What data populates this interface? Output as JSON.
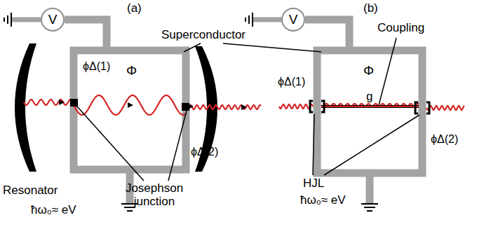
{
  "diagram": {
    "nodes": [
      {
        "text": [
          "V"
        ]
      },
      {
        "text": [
          "V"
        ]
      }
    ],
    "labels": [
      "(a)",
      "(b)",
      "Superconductor",
      "Φ",
      "ϕΔ(1)",
      "ϕΔ(2)",
      "Resonator",
      "ħω₀≈ eV",
      "Josephson junction",
      "Coupling",
      "Φ",
      "g",
      "ϕΔ(1)",
      "ϕΔ(2)",
      "HJL",
      "ħω₀≈ eV"
    ]
  }
}
